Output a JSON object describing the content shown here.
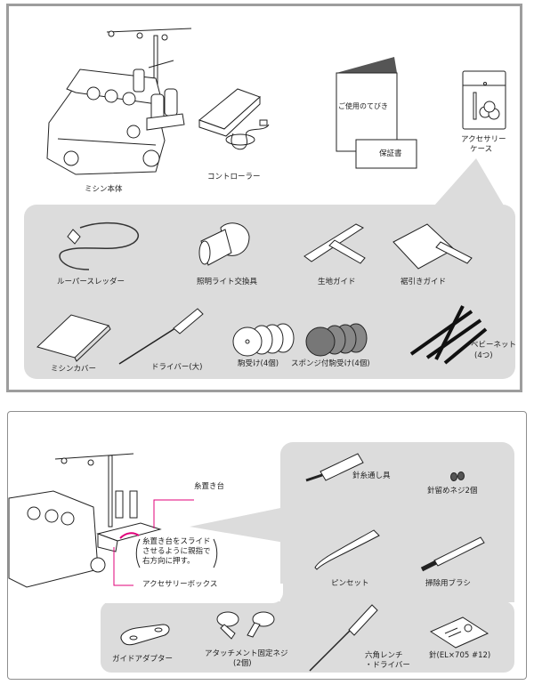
{
  "colors": {
    "frame_border": "#9d9d9d",
    "callout_gray": "#dcdcdc",
    "leader_line": "#e0007a"
  },
  "top_panel": {
    "main_items": [
      {
        "label": "ミシン本体"
      },
      {
        "label": "コントローラー"
      },
      {
        "label": "ご使用のてびき"
      },
      {
        "label": "保証書"
      },
      {
        "label_line1": "アクセサリー",
        "label_line2": "ケース"
      }
    ],
    "accessory_items": [
      {
        "label": "ルーパースレッダー"
      },
      {
        "label": "照明ライト交換具"
      },
      {
        "label": "生地ガイド"
      },
      {
        "label": "裾引きガイド"
      },
      {
        "label": "ミシンカバー"
      },
      {
        "label": "ドライバー(大)"
      },
      {
        "label": "駒受け(4個)"
      },
      {
        "label": "スポンジ付駒受け(4個)"
      },
      {
        "label_line1": "ベビーネット",
        "label_line2": "(4つ)"
      }
    ]
  },
  "bottom_panel": {
    "callouts": {
      "thread_stand": "糸置き台",
      "accessory_box": "アクセサリーボックス",
      "note_line1": "糸置き台をスライド",
      "note_line2": "させるように親指で",
      "note_line3": "右方向に押す。"
    },
    "items": [
      {
        "label": "針糸通し具"
      },
      {
        "label": "針留めネジ2個"
      },
      {
        "label": "ピンセット"
      },
      {
        "label": "掃除用ブラシ"
      },
      {
        "label": "ガイドアダプター"
      },
      {
        "label_line1": "アタッチメント固定ネジ",
        "label_line2": "(2個)"
      },
      {
        "label_line1": "六角レンチ",
        "label_line2": "・ドライバー"
      },
      {
        "label": "針(EL×705 #12)"
      }
    ]
  }
}
